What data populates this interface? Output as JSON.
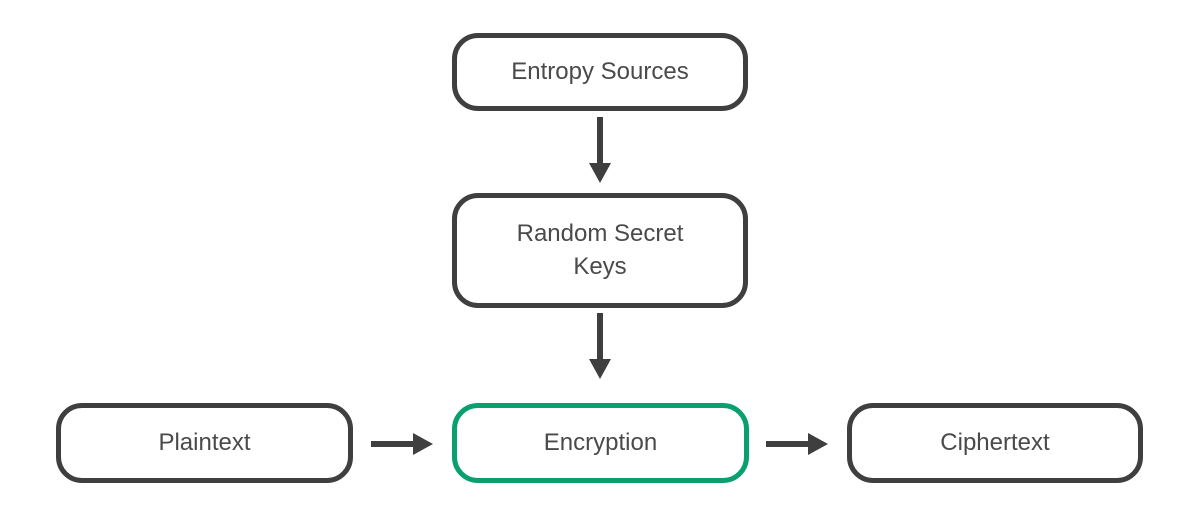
{
  "diagram": {
    "type": "flowchart",
    "background": "#ffffff",
    "colors": {
      "node_border": "#3f3f3f",
      "node_text": "#4a4a4a",
      "arrow": "#3f3f3f",
      "accent_border": "#0aa06e"
    },
    "nodes": [
      {
        "id": "entropy",
        "label": "Entropy Sources",
        "accent": false
      },
      {
        "id": "keys",
        "label": "Random Secret\nKeys",
        "accent": false
      },
      {
        "id": "plaintext",
        "label": "Plaintext",
        "accent": false
      },
      {
        "id": "encryption",
        "label": "Encryption",
        "accent": true
      },
      {
        "id": "ciphertext",
        "label": "Ciphertext",
        "accent": false
      }
    ],
    "edges": [
      {
        "from": "entropy",
        "to": "keys",
        "direction": "down"
      },
      {
        "from": "keys",
        "to": "encryption",
        "direction": "down"
      },
      {
        "from": "plaintext",
        "to": "encryption",
        "direction": "right"
      },
      {
        "from": "encryption",
        "to": "ciphertext",
        "direction": "right"
      }
    ]
  }
}
